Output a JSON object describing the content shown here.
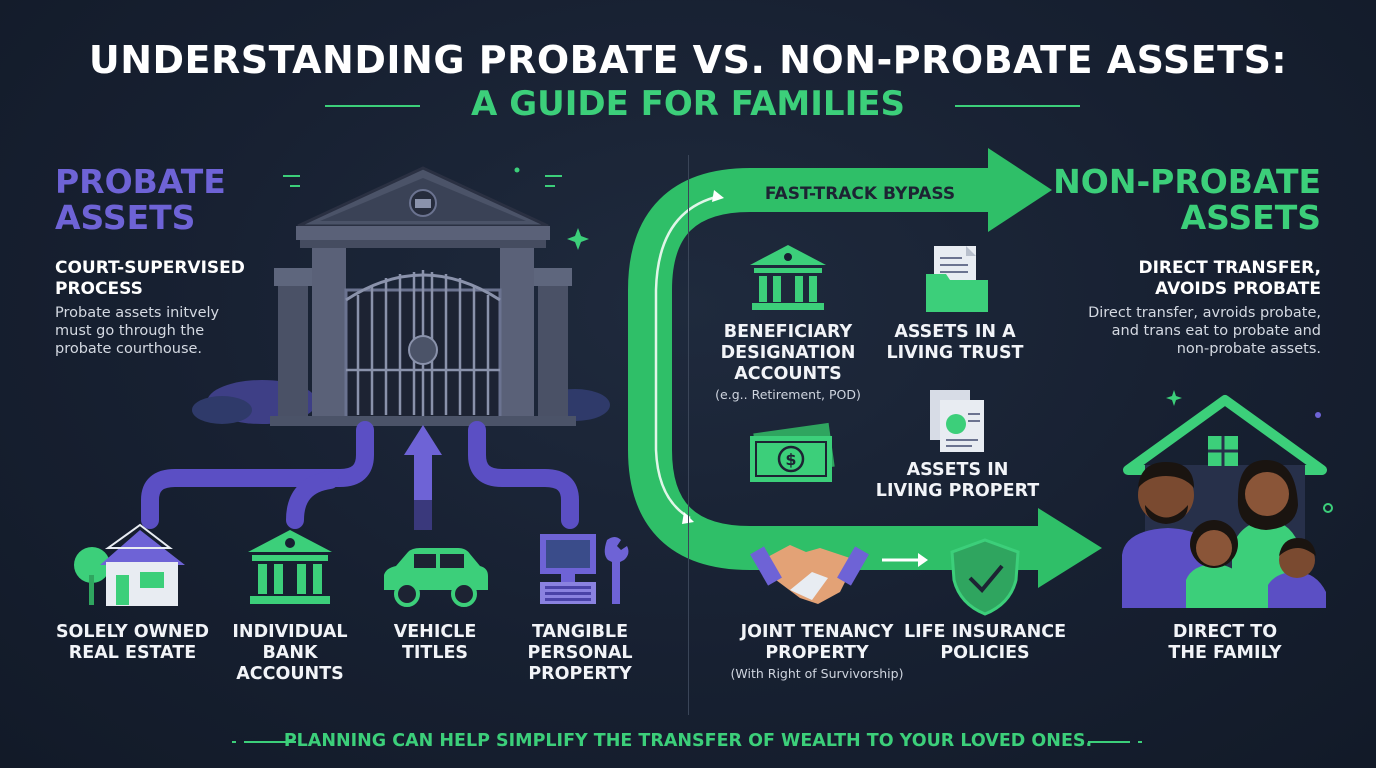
{
  "title": {
    "line1": "UNDERSTANDING PROBATE VS. NON-PROBATE ASSETS:",
    "line2": "A GUIDE FOR FAMILIES"
  },
  "probate": {
    "title_line1": "PROBATE",
    "title_line2": "ASSETS",
    "subhead_line1": "COURT-SUPERVISED",
    "subhead_line2": "PROCESS",
    "desc_line1": "Probate assets initvely",
    "desc_line2": "must go through the",
    "desc_line3": "probate courthouse.",
    "items": [
      {
        "line1": "SOLELY OWNED",
        "line2": "REAL ESTATE",
        "line3": "",
        "icon": "house-icon"
      },
      {
        "line1": "INDIVIDUAL",
        "line2": "BANK",
        "line3": "ACCOUNTS",
        "icon": "bank-icon"
      },
      {
        "line1": "VEHICLE",
        "line2": "TITLES",
        "line3": "",
        "icon": "car-icon"
      },
      {
        "line1": "TANGIBLE",
        "line2": "PERSONAL",
        "line3": "PROPERTY",
        "icon": "computer-wrench-icon"
      }
    ]
  },
  "bypass_label": "FAST-TRACK BYPASS",
  "nonprobate_items": {
    "beneficiary": {
      "line1": "BENEFICIARY",
      "line2": "DESIGNATION",
      "line3": "ACCOUNTS",
      "note": "(e.g.. Retirement, POD)",
      "icon": "bank-icon"
    },
    "living_trust": {
      "line1": "ASSETS IN A",
      "line2": "LIVING TRUST",
      "icon": "folder-document-icon"
    },
    "living_property": {
      "line1": "ASSETS IN",
      "line2": "LIVING PROPERT",
      "icon": "certificate-document-icon"
    },
    "cash_icon": "money-icon",
    "joint": {
      "line1": "JOINT TENANCY",
      "line2": "PROPERTY",
      "note": "(With Right of Survivorship)",
      "icon": "handshake-icon"
    },
    "life": {
      "line1": "LIFE INSURANCE",
      "line2": "POLICIES",
      "icon": "shield-check-icon"
    }
  },
  "nonprobate": {
    "title_line1": "NON-PROBATE",
    "title_line2": "ASSETS",
    "subhead_line1": "DIRECT TRANSFER,",
    "subhead_line2": "AVOIDS PROBATE",
    "desc_line1": "Direct transfer, avroids probate,",
    "desc_line2": "and trans eat to probate and",
    "desc_line3": "non-probate assets.",
    "family_line1": "DIRECT TO",
    "family_line2": "THE FAMILY",
    "family_icon": "family-house-icon"
  },
  "footer": "PLANNING CAN HELP SIMPLIFY THE TRANSFER OF WEALTH TO YOUR LOVED ONES.",
  "colors": {
    "probate_accent": "#6e63d6",
    "nonprobate_accent": "#3ccf7a",
    "background": "#172031"
  }
}
